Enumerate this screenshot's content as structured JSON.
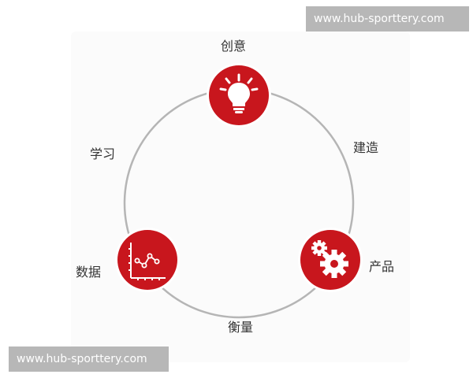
{
  "watermark": {
    "top": "www.hub-sporttery.com",
    "bottom": "www.hub-sporttery.com"
  },
  "cycle": {
    "stages": {
      "create": "创意",
      "build": "建造",
      "product": "产品",
      "measure": "衡量",
      "data": "数据",
      "learn": "学习"
    },
    "icons": {
      "create": "lightbulb-icon",
      "product": "gears-icon",
      "data": "line-chart-icon"
    },
    "colors": {
      "accent": "#c8161d",
      "ring": "#b5b5b5",
      "label": "#333333"
    }
  }
}
